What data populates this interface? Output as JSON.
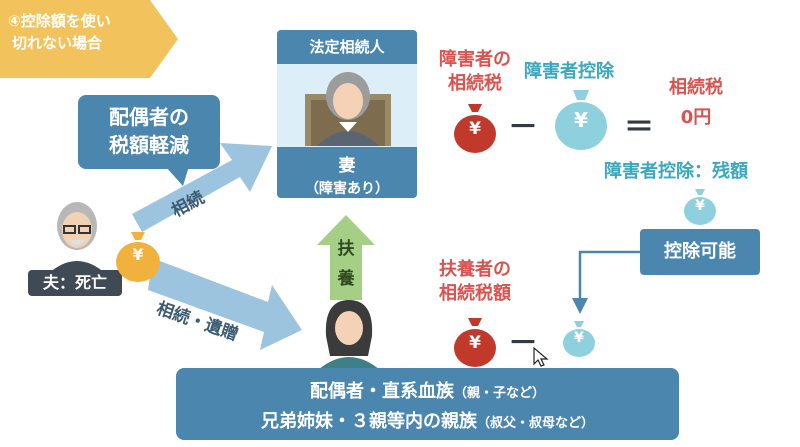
{
  "header": {
    "line1": "④控除額を使い",
    "line2": "切れない場合"
  },
  "heir": {
    "title": "法定相続人",
    "wife": "妻",
    "wife_note": "（障害あり）"
  },
  "spouse_reduction": {
    "line1": "配偶者の",
    "line2": "税額軽減"
  },
  "husband": {
    "label": "夫：死亡"
  },
  "arrows": {
    "inherit": "相続",
    "inherit_bequest": "相続・遺贈",
    "support": "扶養"
  },
  "equation1": {
    "tax_line1": "障害者の",
    "tax_line2": "相続税",
    "deduction": "障害者控除",
    "minus": "－",
    "equals": "＝",
    "result_line1": "相続税",
    "result_line2": "0円"
  },
  "remaining": "障害者控除：残額",
  "deduct_possible": "控除可能",
  "equation2": {
    "tax_line1": "扶養者の",
    "tax_line2": "相続税額",
    "minus": "－"
  },
  "family": {
    "line1_main": "配偶者・直系血族",
    "line1_note": "（親・子など）",
    "line2_main": "兄弟姉妹・３親等内の親族",
    "line2_note": "（叔父・叔母など）"
  },
  "yen_symbol": "¥",
  "colors": {
    "accent_blue": "#4a86ad",
    "yen_red": "#c0392b",
    "yen_teal": "#8fd0de",
    "yen_gold": "#f0b23c",
    "tab_gold": "#f2c25d",
    "arrow_blue": "#9cc4de",
    "arrow_green": "#a6cf86",
    "text_red": "#d9534f",
    "text_teal": "#3aa8bd"
  }
}
